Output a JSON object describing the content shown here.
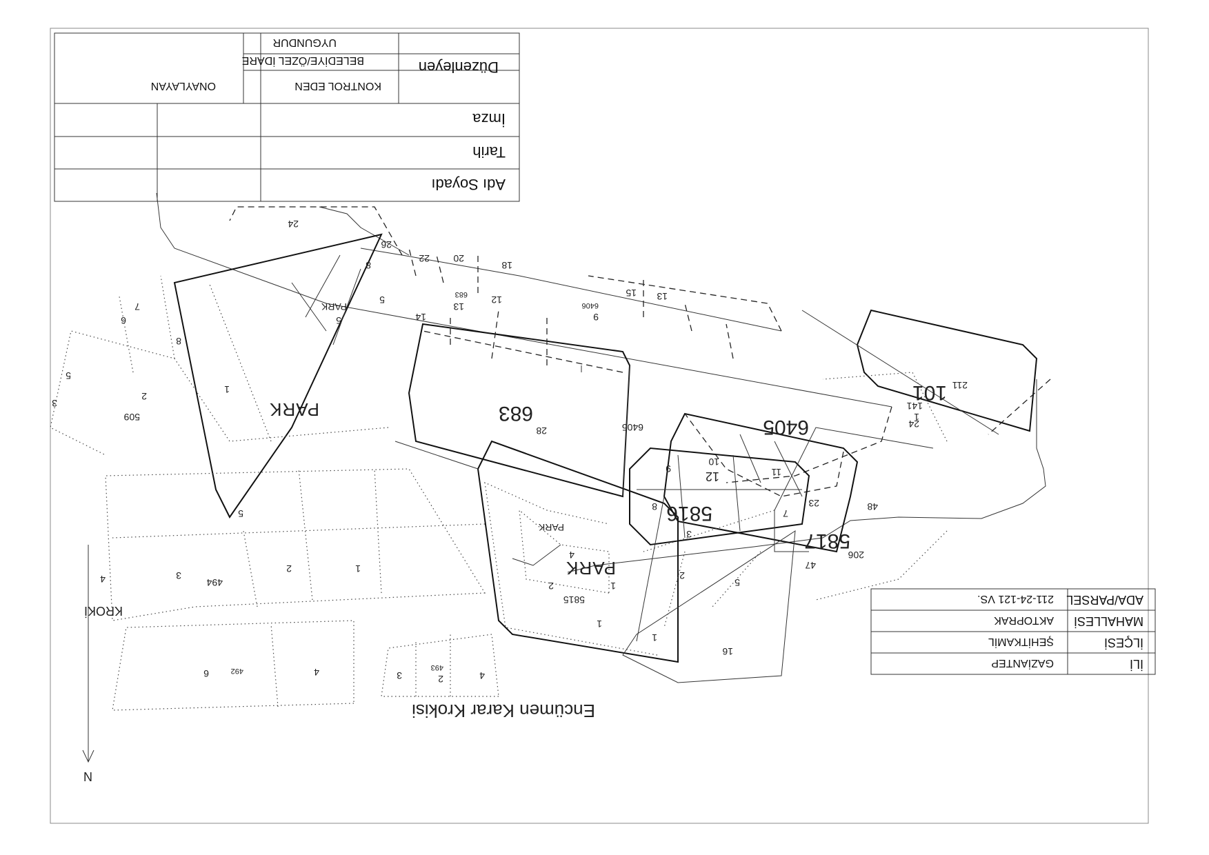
{
  "title": "Encümen Karar Krokisi",
  "north_label": "N",
  "kroki_label": "KROKİ",
  "info_table": [
    {
      "label": "İLİ",
      "value": "GAZİANTEP"
    },
    {
      "label": "İLÇESİ",
      "value": "ŞEHİTKAMİL"
    },
    {
      "label": "MAHALLESİ",
      "value": "AKTOPRAK"
    },
    {
      "label": "ADA/PARSEL",
      "value": "211-24-121 VS."
    }
  ],
  "approval_table": {
    "uygundur": "UYGUNDUR",
    "belediye": "BELEDİYE/ÖZEL İDARE",
    "kontrol_eden": "KONTROL EDEN",
    "onaylayan": "ONAYLAYAN",
    "duzenleyen": "Düzenleyen",
    "adi_soyadi": "Adı Soyadı",
    "tarih": "Tarih",
    "imza": "İmza"
  },
  "blocks": [
    {
      "id": "b101",
      "number": "101",
      "sub": "1",
      "frac": "141",
      "extra": "211"
    },
    {
      "id": "b6405",
      "number": "6405"
    },
    {
      "id": "b683",
      "number": "683",
      "sub": "28"
    },
    {
      "id": "b5816",
      "number": "5816"
    },
    {
      "id": "b5817",
      "number": "5817"
    },
    {
      "id": "b5815",
      "number": "5815"
    },
    {
      "id": "b494",
      "number": "494"
    },
    {
      "id": "b493",
      "number": "493"
    },
    {
      "id": "b492",
      "number": "492"
    },
    {
      "id": "b509",
      "number": "509"
    },
    {
      "id": "b206",
      "number": "206"
    }
  ],
  "park_labels": [
    "PARK",
    "PARK",
    "PARK",
    "PARK"
  ],
  "parcel_labels": {
    "p1": "1",
    "p2": "2",
    "p3": "3",
    "p4": "4",
    "p5": "5",
    "p6": "6",
    "p7": "7",
    "p8": "8",
    "p9": "9",
    "p10": "10",
    "p11": "11",
    "p12": "12",
    "p13": "13",
    "p14": "14",
    "p15": "15",
    "p16": "16",
    "p18": "18",
    "p20": "20",
    "p22": "22",
    "p23": "23",
    "p24": "24",
    "p26": "26",
    "p47": "47",
    "p48": "48",
    "p6405s": "6405",
    "p683s": "683",
    "p6406": "6406"
  }
}
